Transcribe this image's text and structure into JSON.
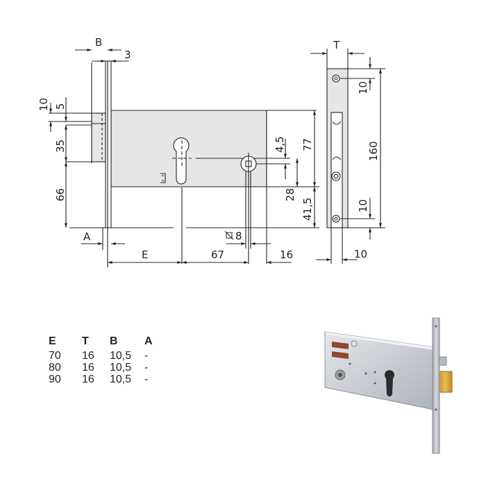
{
  "drawing": {
    "title": "Lock technical drawing",
    "front_view": {
      "labels": {
        "B": "B",
        "three": "3",
        "ten": "10",
        "five": "5",
        "thirty_five": "35",
        "sixty_six": "66",
        "A": "A",
        "E": "E",
        "sixty_seven": "67",
        "sixteen": "16",
        "diam_eight": "8",
        "four_five": "4,5",
        "seventy_seven": "77",
        "twenty_eight": "28",
        "forty_one_five": "41,5"
      }
    },
    "side_view": {
      "labels": {
        "T": "T",
        "ten_top": "10",
        "one_sixty": "160",
        "ten_bottom": "10",
        "ten_width": "10"
      }
    }
  },
  "spec_table": {
    "headers": [
      "E",
      "T",
      "B",
      "A"
    ],
    "rows": [
      [
        "70",
        "16",
        "10,5",
        "-"
      ],
      [
        "80",
        "16",
        "10,5",
        "-"
      ],
      [
        "90",
        "16",
        "10,5",
        "-"
      ]
    ]
  },
  "photo": {
    "alt": "Mortise lock product photo",
    "colors": {
      "body": "#c9ccd2",
      "latch": "#d9a93a",
      "plate": "#b9bcc2",
      "pads": "#8a4a2e"
    }
  },
  "colors": {
    "line": "#222222",
    "fill": "#e6e6e6",
    "background": "#ffffff"
  }
}
